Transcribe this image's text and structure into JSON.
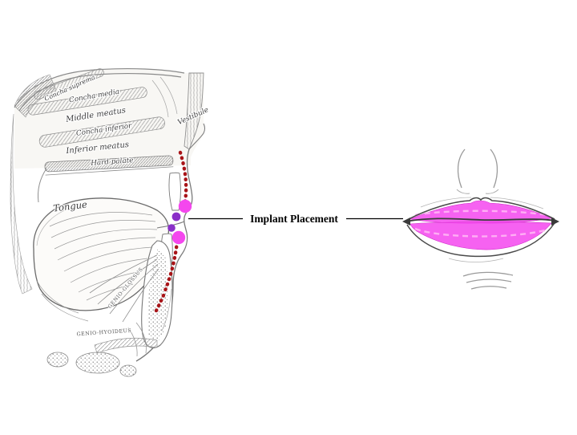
{
  "figure": {
    "center_label": "Implant Placement",
    "left": {
      "labels": {
        "concha_suprema": "Concha suprema",
        "concha_media": "Concha media",
        "middle_meatus": "Middle meatus",
        "concha_inferior": "Concha inferior",
        "inferior_meatus": "Inferior meatus",
        "hard_palate": "Hard palate",
        "vestibule": "Vestibule",
        "tongue": "Tongue",
        "genio_glossus": "GENIO-GLOSSUS",
        "genio_hyoideus": "GENIO-HYOIDEUS"
      }
    },
    "colors": {
      "implant_magenta": "#f447ee",
      "marker_violet": "#8a2fc8",
      "marking_red": "#a81418",
      "dashed_pink": "#ffaef4",
      "pointer_ink": "#000000",
      "sketch_gray": "#8a8a8a"
    }
  }
}
